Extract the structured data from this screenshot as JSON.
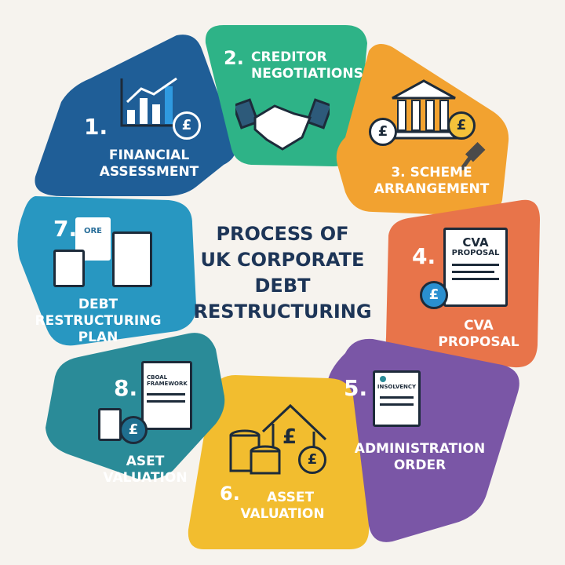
{
  "title": "PROCESS OF UK CORPORATE DEBT RESTRUCTURING",
  "title_lines": [
    "PROCESS OF",
    "UK CORPORATE",
    "DEBT",
    "RESTRUCTURING"
  ],
  "steps": [
    {
      "number": "1.",
      "label_lines": [
        "FINANCIAL",
        "ASSESSMENT"
      ],
      "icon": "bar-chart-pound-icon",
      "color": "#1f5e97"
    },
    {
      "number": "2.",
      "label_lines": [
        "CREDITOR",
        "NEGOTIATIONS"
      ],
      "icon": "handshake-icon",
      "color": "#2eb387"
    },
    {
      "number": "3.",
      "label_lines": [
        "SCHEME",
        "ARRANGEMENT"
      ],
      "icon": "courthouse-gavel-icon",
      "color": "#f2a230"
    },
    {
      "number": "4.",
      "label_lines": [
        "CVA PROPOSAL"
      ],
      "icon": "proposal-document-icon",
      "doc_text": [
        "CVA",
        "PROPOSAL"
      ],
      "color": "#e8744a"
    },
    {
      "number": "5.",
      "label_lines": [
        "ADMINISTRATION",
        "ORDER"
      ],
      "icon": "insolvency-document-icon",
      "doc_text": [
        "INSOLVENCY"
      ],
      "color": "#7a56a6"
    },
    {
      "number": "6.",
      "label_lines": [
        "ASSET",
        "VALUATION"
      ],
      "icon": "coins-house-icon",
      "color": "#f2bd2f"
    },
    {
      "number": "7.",
      "label_lines": [
        "DEBT",
        "RESTRUCTURING",
        "PLAN"
      ],
      "icon": "documents-icon",
      "doc_text": [
        "ORE"
      ],
      "color": "#2897c1"
    },
    {
      "number": "8.",
      "label_lines": [
        "ASET",
        "VALUATION"
      ],
      "icon": "framework-document-icon",
      "doc_text": [
        "CBOAL",
        "FRAMEWORK"
      ],
      "color": "#2a8b98"
    }
  ],
  "pound_symbol": "£"
}
